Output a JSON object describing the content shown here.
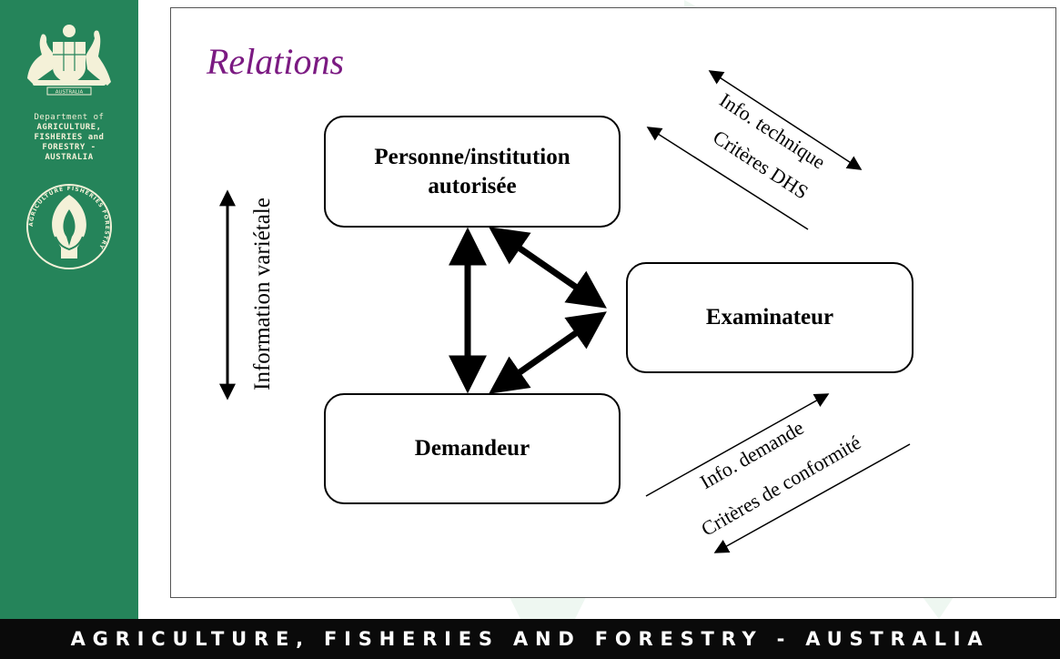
{
  "sidebar": {
    "crest_label": "AUSTRALIA",
    "dept_lines": [
      "Department of",
      "AGRICULTURE,",
      "FISHERIES and",
      "FORESTRY -",
      "AUSTRALIA"
    ],
    "emblem_ring_text": "AGRICULTURE FISHERIES FORESTRY"
  },
  "slide": {
    "title": "Relations",
    "boxes": {
      "person_line1": "Personne/institution",
      "person_line2": "autorisée",
      "examinateur": "Examinateur",
      "demandeur": "Demandeur"
    },
    "labels": {
      "vertical": "Information variétale",
      "info_technique": "Info. technique",
      "criteres_dhs": "Critères DHS",
      "info_demande": "Info. demande",
      "criteres_conformite": "Critères de conformité"
    }
  },
  "footer": {
    "text": "AGRICULTURE, FISHERIES AND FORESTRY - AUSTRALIA"
  },
  "colors": {
    "sidebar_green": "#25845a",
    "title_purple": "#7b1a82",
    "footer_black": "#0a0a0a"
  }
}
